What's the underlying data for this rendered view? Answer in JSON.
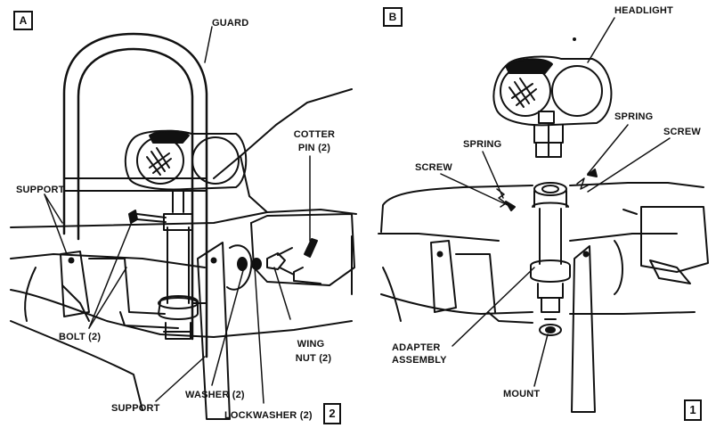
{
  "panels": {
    "a": {
      "letter": "A",
      "page_number": "2",
      "labels": {
        "guard": "GUARD",
        "cotter_pin_1": "COTTER",
        "cotter_pin_2": "PIN (2)",
        "support_left": "SUPPORT",
        "bolt": "BOLT (2)",
        "wing_nut_1": "WING",
        "wing_nut_2": "NUT (2)",
        "washer": "WASHER (2)",
        "support_bottom": "SUPPORT",
        "lockwasher": "LOCKWASHER (2)"
      }
    },
    "b": {
      "letter": "B",
      "page_number": "1",
      "labels": {
        "headlight": "HEADLIGHT",
        "spring_right": "SPRING",
        "spring_left": "SPRING",
        "screw_right": "SCREW",
        "screw_left": "SCREW",
        "adapter_1": "ADAPTER",
        "adapter_2": "ASSEMBLY",
        "mount": "MOUNT"
      }
    }
  }
}
